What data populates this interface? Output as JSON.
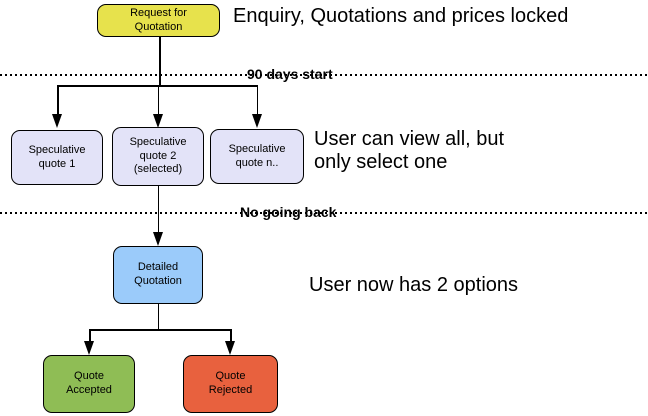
{
  "nodes": {
    "request": {
      "label": "Request for\nQuotation",
      "color": "#e7e24c"
    },
    "quote1": {
      "label": "Speculative\nquote 1",
      "color": "#e3e3f8"
    },
    "quote2": {
      "label": "Speculative\nquote 2\n(selected)",
      "color": "#e3e3f8"
    },
    "quote_n": {
      "label": "Speculative\nquote n..",
      "color": "#e3e3f8"
    },
    "detailed": {
      "label": "Detailed\nQuotation",
      "color": "#9bcbfa"
    },
    "accepted": {
      "label": "Quote\nAccepted",
      "color": "#8fbd55"
    },
    "rejected": {
      "label": "Quote\nRejected",
      "color": "#e8613e"
    }
  },
  "annotations": {
    "top_note": "Enquiry, Quotations and prices locked",
    "phase1_label": "90 days start",
    "mid_note": "User can view all, but\nonly select one",
    "phase2_label": "No going back",
    "bottom_note": "User now has 2 options"
  },
  "colors": {
    "line": "#000000",
    "background": "#ffffff",
    "request_fill": "#e7e24c",
    "speculative_fill": "#e3e3f8",
    "detailed_fill": "#9bcbfa",
    "accepted_fill": "#8fbd55",
    "rejected_fill": "#e8613e"
  }
}
